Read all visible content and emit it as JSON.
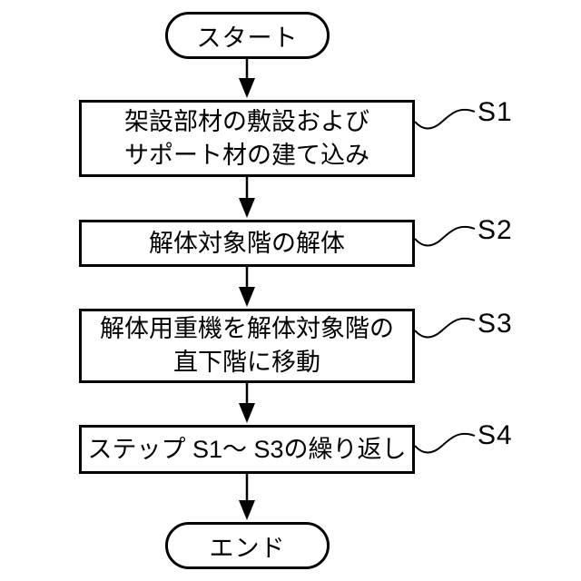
{
  "figure": {
    "background": "#ffffff",
    "line_color": "#000000",
    "flow": {
      "start": {
        "label": "スタート"
      },
      "end": {
        "label": "エンド"
      },
      "boxes": [
        {
          "step": "S1",
          "lines": [
            "架設部材の敷設および",
            "サポート材の建て込み"
          ]
        },
        {
          "step": "S2",
          "lines": [
            "解体対象階の解体"
          ]
        },
        {
          "step": "S3",
          "lines": [
            "解体用重機を解体対象階の",
            "直下階に移動"
          ]
        },
        {
          "step": "S4",
          "lines": [
            "ステップ S1～ S3の繰り返し"
          ]
        }
      ]
    }
  }
}
